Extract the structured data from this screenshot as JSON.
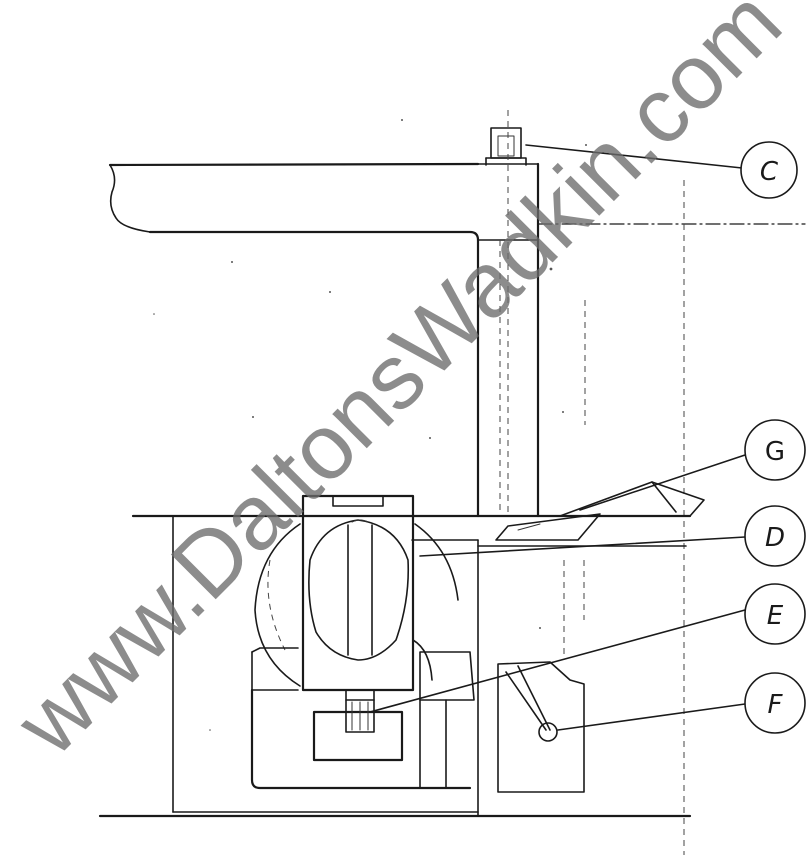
{
  "callouts": {
    "c": "C",
    "g": "G",
    "d": "D",
    "e": "E",
    "f": "F"
  },
  "watermark": "www.DaltonsWadkin.com",
  "colors": {
    "line": "#1a1a1a",
    "watermark": "#6b6b6b",
    "paper": "#ffffff"
  }
}
